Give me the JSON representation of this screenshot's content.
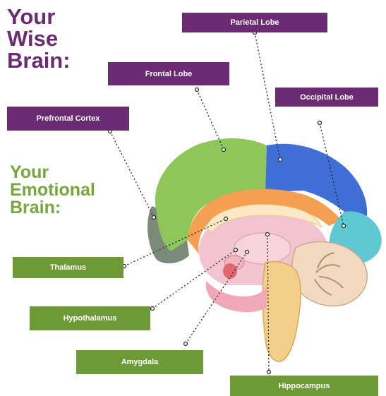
{
  "wise_heading": {
    "line1": "Your",
    "line2": "Wise",
    "line3": "Brain:"
  },
  "emotional_heading": {
    "line1": "Your",
    "line2": "Emotional",
    "line3": "Brain:"
  },
  "labels": {
    "parietal": "Parietal Lobe",
    "frontal": "Frontal Lobe",
    "occipital": "Occipital Lobe",
    "prefrontal": "Prefrontal Cortex",
    "thalamus": "Thalamus",
    "hypothalamus": "Hypothalamus",
    "amygdala": "Amygdala",
    "hippocampus": "Hippocampus"
  },
  "colors": {
    "wise_purple": "#6b2b72",
    "emotional_green": "#76a63c",
    "frontal_green": "#8fc65a",
    "parietal_blue": "#3f6fd6",
    "occipital_cyan": "#5ec9d3",
    "orange_band": "#f4a050",
    "cerebellum": "#f2d9c2",
    "brainstem": "#f4cf8a",
    "prefrontal_gray": "#7b8b7a"
  }
}
